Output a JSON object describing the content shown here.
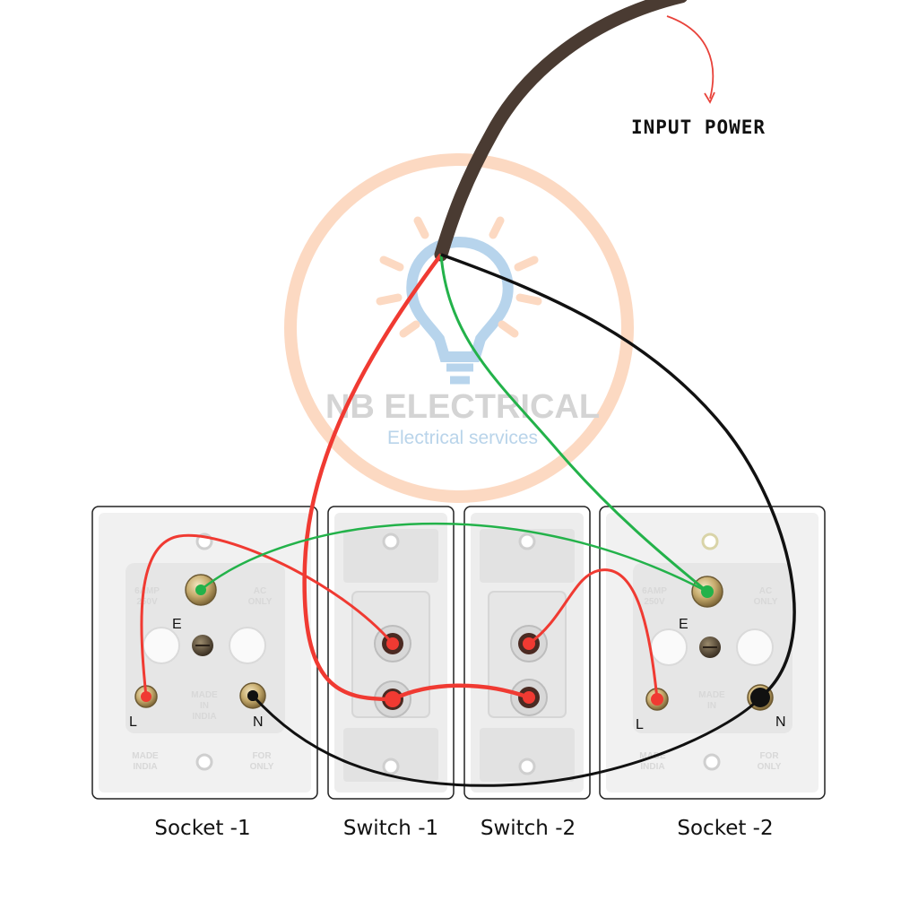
{
  "annotation": {
    "input_power": "INPUT POWER"
  },
  "watermark": {
    "title": "NB ELECTRICAL",
    "subtitle": "Electrical services"
  },
  "modules": [
    {
      "id": "socket1",
      "label": "Socket -1"
    },
    {
      "id": "switch1",
      "label": "Switch -1"
    },
    {
      "id": "switch2",
      "label": "Switch -2"
    },
    {
      "id": "socket2",
      "label": "Socket -2"
    }
  ],
  "terminals": {
    "socket1": {
      "earth": "E",
      "live": "L",
      "neutral": "N"
    },
    "socket2": {
      "earth": "E",
      "live": "L",
      "neutral": "N"
    }
  },
  "plate_markings": {
    "amp": "6AMP",
    "volt": "250V",
    "ac": "AC",
    "only": "ONLY",
    "made": "MADE",
    "in": "IN",
    "india": "INDIA",
    "for": "FOR"
  },
  "colors": {
    "cable": "#4a3b32",
    "live_wire": "#f03a32",
    "neutral_wire": "#111111",
    "earth_wire": "#23b24a",
    "arrow": "#e8423a",
    "watermark_ring": "#fcd9c2",
    "watermark_bulb": "#b7d4ec"
  }
}
